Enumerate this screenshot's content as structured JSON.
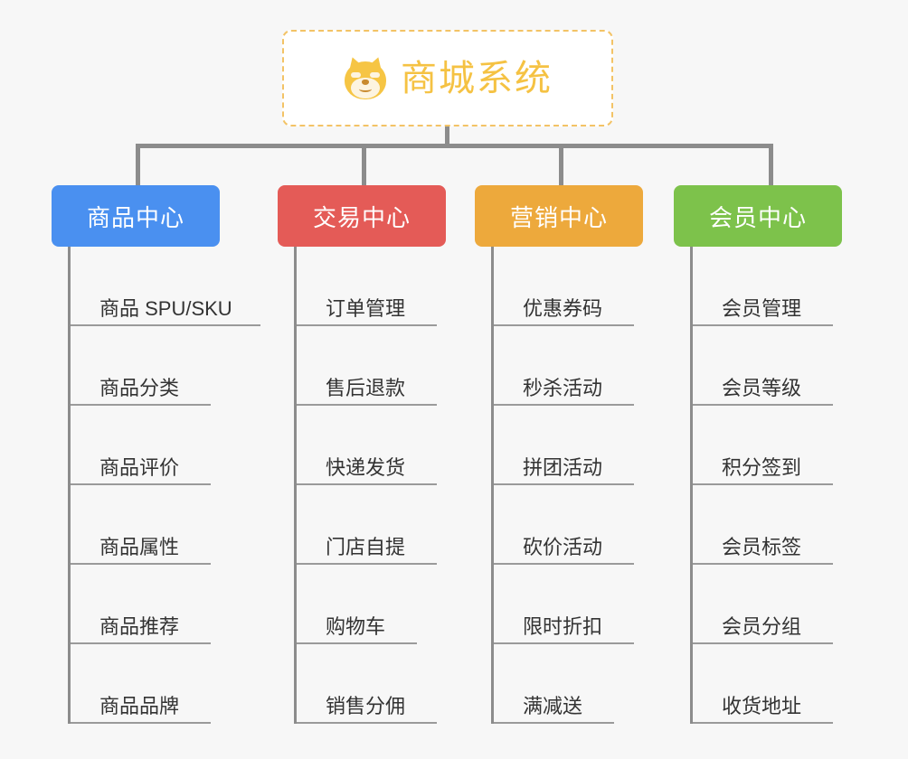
{
  "page": {
    "background_color": "#f7f7f7",
    "connector_color": "#8c8c8c",
    "leaf_text_color": "#333333",
    "leaf_underline_color": "#9a9a9a"
  },
  "root": {
    "title": "商城系统",
    "icon": "shiba-dog-icon",
    "text_color": "#f5c243",
    "border_color": "#f3c366",
    "background_color": "#ffffff"
  },
  "categories": [
    {
      "label": "商品中心",
      "color": "#4a90f0",
      "items": [
        "商品 SPU/SKU",
        "商品分类",
        "商品评价",
        "商品属性",
        "商品推荐",
        "商品品牌"
      ]
    },
    {
      "label": "交易中心",
      "color": "#e45b57",
      "items": [
        "订单管理",
        "售后退款",
        "快递发货",
        "门店自提",
        "购物车",
        "销售分佣"
      ]
    },
    {
      "label": "营销中心",
      "color": "#eda93c",
      "items": [
        "优惠券码",
        "秒杀活动",
        "拼团活动",
        "砍价活动",
        "限时折扣",
        "满减送"
      ]
    },
    {
      "label": "会员中心",
      "color": "#7dc24b",
      "items": [
        "会员管理",
        "会员等级",
        "积分签到",
        "会员标签",
        "会员分组",
        "收货地址"
      ]
    }
  ]
}
